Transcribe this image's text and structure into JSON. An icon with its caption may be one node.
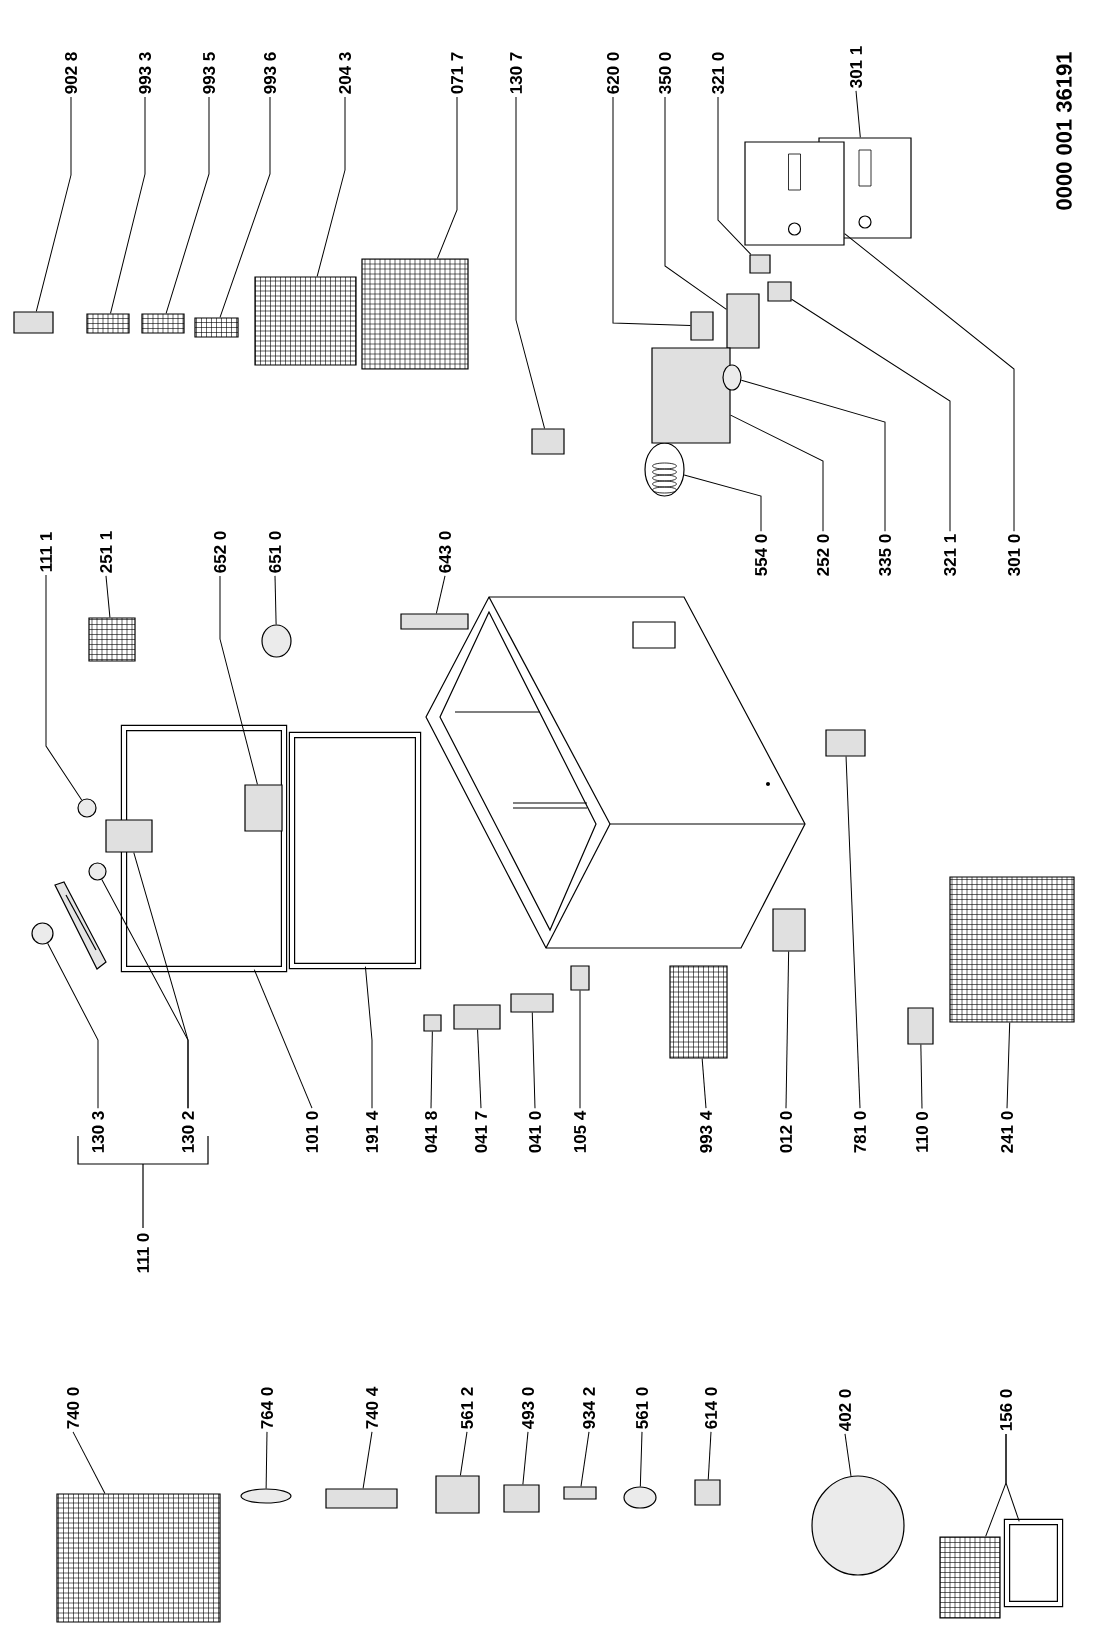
{
  "diagram": {
    "nodes": [
      {
        "text": [
          "902 8"
        ]
      },
      {
        "text": [
          "993 3"
        ]
      },
      {
        "text": [
          "993 5"
        ]
      },
      {
        "text": [
          "993 6"
        ]
      },
      {
        "text": [
          "204 3"
        ]
      },
      {
        "text": [
          "071 7"
        ]
      },
      {
        "text": [
          "130 7"
        ]
      },
      {
        "text": [
          "620 0"
        ]
      },
      {
        "text": [
          "350 0"
        ]
      },
      {
        "text": [
          "321 0"
        ]
      },
      {
        "text": [
          "301 1"
        ]
      },
      {
        "text": [
          "111 1"
        ]
      },
      {
        "text": [
          "251 1"
        ]
      },
      {
        "text": [
          "652 0"
        ]
      },
      {
        "text": [
          "651 0"
        ]
      },
      {
        "text": [
          "643 0"
        ]
      },
      {
        "text": [
          "554 0"
        ]
      },
      {
        "text": [
          "252 0"
        ]
      },
      {
        "text": [
          "335 0"
        ]
      },
      {
        "text": [
          "321 1"
        ]
      },
      {
        "text": [
          "301 0"
        ]
      },
      {
        "text": [
          "130 3"
        ]
      },
      {
        "text": [
          "130 2"
        ]
      },
      {
        "text": [
          "101 0"
        ]
      },
      {
        "text": [
          "191 4"
        ]
      },
      {
        "text": [
          "041 8"
        ]
      },
      {
        "text": [
          "041 7"
        ]
      },
      {
        "text": [
          "041 0"
        ]
      },
      {
        "text": [
          "105 4"
        ]
      },
      {
        "text": [
          "993 4"
        ]
      },
      {
        "text": [
          "012 0"
        ]
      },
      {
        "text": [
          "781 0"
        ]
      },
      {
        "text": [
          "110 0"
        ]
      },
      {
        "text": [
          "241 0"
        ]
      },
      {
        "text": [
          "740 0"
        ]
      },
      {
        "text": [
          "764 0"
        ]
      },
      {
        "text": [
          "740 4"
        ]
      },
      {
        "text": [
          "561 2"
        ]
      },
      {
        "text": [
          "493 0"
        ]
      },
      {
        "text": [
          "934 2"
        ]
      },
      {
        "text": [
          "561 0"
        ]
      },
      {
        "text": [
          "614 0"
        ]
      },
      {
        "text": [
          "402 0"
        ]
      },
      {
        "text": [
          "156 0"
        ]
      },
      {
        "text": [],
        "shape": "box"
      },
      {
        "text": [],
        "shape": "box"
      },
      {
        "text": [],
        "shape": "box"
      },
      {
        "text": [],
        "shape": "box"
      },
      {
        "text": [],
        "shape": "box"
      },
      {
        "text": [],
        "shape": "box"
      },
      {
        "text": [],
        "shape": "box"
      },
      {
        "text": [],
        "shape": "box"
      },
      {
        "text": [],
        "shape": "box"
      },
      {
        "text": [],
        "shape": "box"
      },
      {
        "text": [],
        "shape": "box"
      },
      {
        "text": [],
        "shape": "circle"
      },
      {
        "text": [],
        "shape": "box"
      },
      {
        "text": [],
        "shape": "box"
      },
      {
        "text": [],
        "shape": "box",
        "in": 57
      },
      {
        "text": [],
        "shape": "circle"
      },
      {
        "text": [],
        "shape": "box"
      },
      {
        "text": [],
        "shape": "circle"
      },
      {
        "text": [],
        "shape": "box"
      },
      {
        "text": [],
        "shape": "circle"
      },
      {
        "text": [],
        "shape": "box"
      },
      {
        "text": [],
        "shape": "box"
      },
      {
        "text": [],
        "shape": "circle"
      },
      {
        "text": [],
        "shape": "circle"
      },
      {
        "text": [],
        "shape": "box"
      },
      {
        "text": [],
        "shape": "box"
      },
      {
        "text": [],
        "shape": "box"
      },
      {
        "text": [],
        "shape": "box"
      },
      {
        "text": [],
        "shape": "box"
      },
      {
        "text": [],
        "shape": "box"
      },
      {
        "text": [],
        "shape": "box"
      },
      {
        "text": [],
        "shape": "box"
      },
      {
        "text": [],
        "shape": "box"
      },
      {
        "text": [],
        "shape": "box"
      },
      {
        "text": [],
        "shape": "box"
      },
      {
        "text": [],
        "shape": "box"
      },
      {
        "text": [],
        "shape": "circle"
      },
      {
        "text": [],
        "shape": "box"
      },
      {
        "text": [],
        "shape": "box"
      },
      {
        "text": [],
        "shape": "box"
      },
      {
        "text": [],
        "shape": "box"
      },
      {
        "text": [],
        "shape": "circle"
      },
      {
        "text": [],
        "shape": "box"
      },
      {
        "text": [],
        "shape": "circle"
      },
      {
        "text": [],
        "shape": "box"
      },
      {
        "text": [],
        "shape": "box"
      }
    ],
    "edges": [
      {
        "from": 0,
        "to": 44,
        "arrow": "none"
      },
      {
        "from": 1,
        "to": 45,
        "arrow": "none"
      },
      {
        "from": 2,
        "to": 46,
        "arrow": "none"
      },
      {
        "from": 3,
        "to": 47,
        "arrow": "none"
      },
      {
        "from": 4,
        "to": 48,
        "arrow": "none"
      },
      {
        "from": 5,
        "to": 49,
        "arrow": "none"
      },
      {
        "from": 6,
        "to": 50,
        "arrow": "none"
      },
      {
        "from": 7,
        "to": 51,
        "arrow": "none"
      },
      {
        "from": 8,
        "to": 52,
        "arrow": "none"
      },
      {
        "from": 9,
        "to": 53,
        "arrow": "none"
      },
      {
        "from": 10,
        "to": 54,
        "arrow": "none"
      },
      {
        "from": 11,
        "to": 55,
        "arrow": "none"
      },
      {
        "from": 12,
        "to": 56,
        "arrow": "none"
      },
      {
        "from": 13,
        "to": 58,
        "arrow": "none"
      },
      {
        "from": 14,
        "to": 59,
        "arrow": "none"
      },
      {
        "from": 15,
        "to": 60,
        "arrow": "none"
      },
      {
        "from": 16,
        "to": 61,
        "arrow": "none"
      },
      {
        "from": 17,
        "to": 62,
        "arrow": "none"
      },
      {
        "from": 18,
        "to": 63,
        "arrow": "none"
      },
      {
        "from": 19,
        "to": 64,
        "arrow": "none"
      },
      {
        "from": 20,
        "to": 65,
        "arrow": "none"
      },
      {
        "from": 21,
        "to": 66,
        "arrow": "none"
      },
      {
        "from": 22,
        "to": 67,
        "arrow": "none"
      },
      {
        "from": 22,
        "to": 68,
        "arrow": "none"
      },
      {
        "from": 23,
        "to": 57,
        "arrow": "none"
      },
      {
        "from": 24,
        "to": 69,
        "arrow": "none"
      },
      {
        "from": 25,
        "to": 70,
        "arrow": "none"
      },
      {
        "from": 26,
        "to": 71,
        "arrow": "none"
      },
      {
        "from": 27,
        "to": 72,
        "arrow": "none"
      },
      {
        "from": 28,
        "to": 73,
        "arrow": "none"
      },
      {
        "from": 29,
        "to": 74,
        "arrow": "none"
      },
      {
        "from": 30,
        "to": 75,
        "arrow": "none"
      },
      {
        "from": 31,
        "to": 76,
        "arrow": "none"
      },
      {
        "from": 32,
        "to": 77,
        "arrow": "none"
      },
      {
        "from": 33,
        "to": 78,
        "arrow": "none"
      },
      {
        "from": 34,
        "to": 79,
        "arrow": "none"
      },
      {
        "from": 35,
        "to": 80,
        "arrow": "none"
      },
      {
        "from": 36,
        "to": 81,
        "arrow": "none"
      },
      {
        "from": 37,
        "to": 82,
        "arrow": "none"
      },
      {
        "from": 38,
        "to": 83,
        "arrow": "none"
      },
      {
        "from": 39,
        "to": 84,
        "arrow": "none"
      },
      {
        "from": 40,
        "to": 85,
        "arrow": "none"
      },
      {
        "from": 41,
        "to": 86,
        "arrow": "none"
      },
      {
        "from": 42,
        "to": 87,
        "arrow": "none"
      },
      {
        "from": 43,
        "to": 88,
        "arrow": "none"
      },
      {
        "from": 43,
        "to": 89,
        "arrow": "none"
      }
    ],
    "labels": [
      "111 0",
      "0000 001 36191"
    ]
  }
}
